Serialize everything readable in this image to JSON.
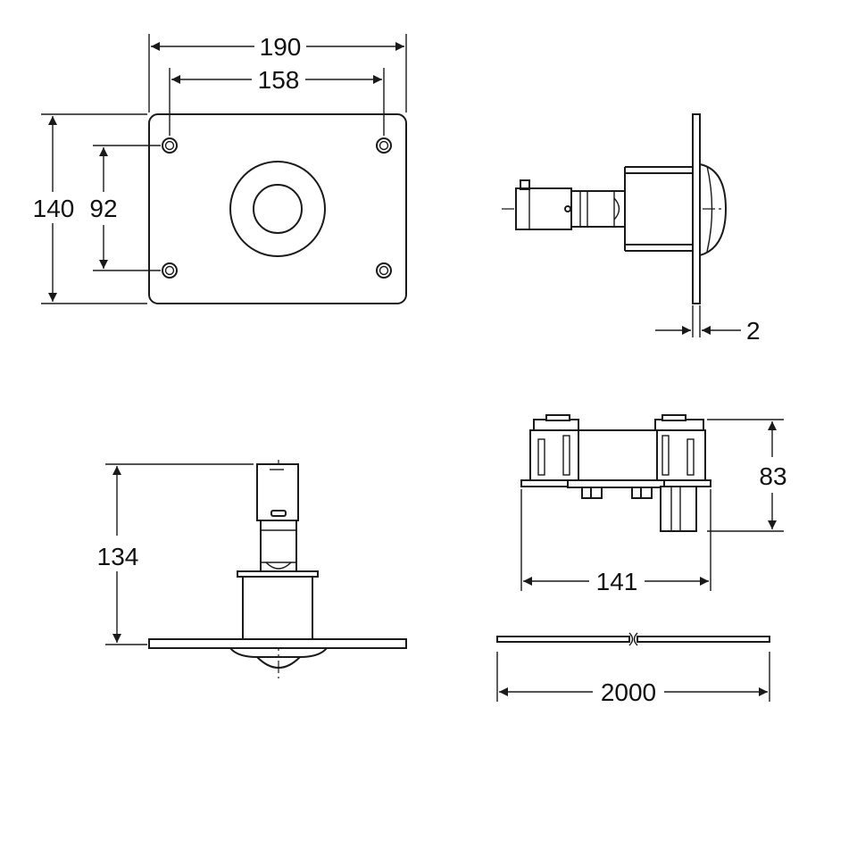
{
  "views": {
    "front": {
      "width_outer": "190",
      "width_holes": "158",
      "height_outer": "140",
      "height_holes": "92"
    },
    "side": {
      "plate_thickness": "2"
    },
    "bottom": {
      "height": "134"
    },
    "box": {
      "height": "83",
      "width": "141"
    },
    "cable": {
      "length": "2000"
    }
  },
  "colors": {
    "line": "#1a1a1a",
    "background": "#ffffff"
  }
}
